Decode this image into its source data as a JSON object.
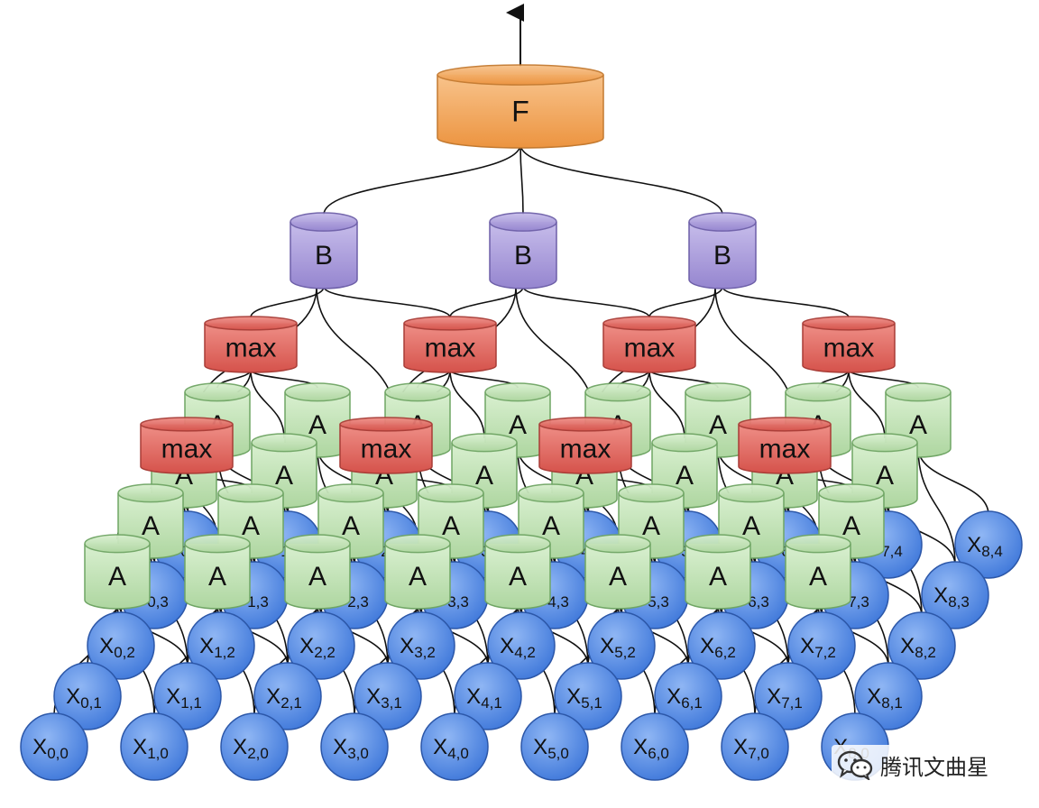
{
  "top": {
    "label": "F"
  },
  "b_label": "B",
  "max_label": "max",
  "a_label": "A",
  "x_prefix": "X",
  "grid": {
    "cols": 9,
    "rows": 5
  },
  "watermark": {
    "text": "腾讯文曲星",
    "icon": "wechat-icon"
  },
  "colors": {
    "f_fill": "#f4a860",
    "f_stroke": "#c47a30",
    "b_fill": "#a99ad8",
    "b_stroke": "#6d5fa8",
    "max_fill": "#e06a62",
    "max_stroke": "#a83c36",
    "a_fill": "#bfe3b2",
    "a_stroke": "#6fa564",
    "x_fill": "#5b8fe6",
    "x_stroke": "#2c57a8",
    "line": "#111111"
  }
}
